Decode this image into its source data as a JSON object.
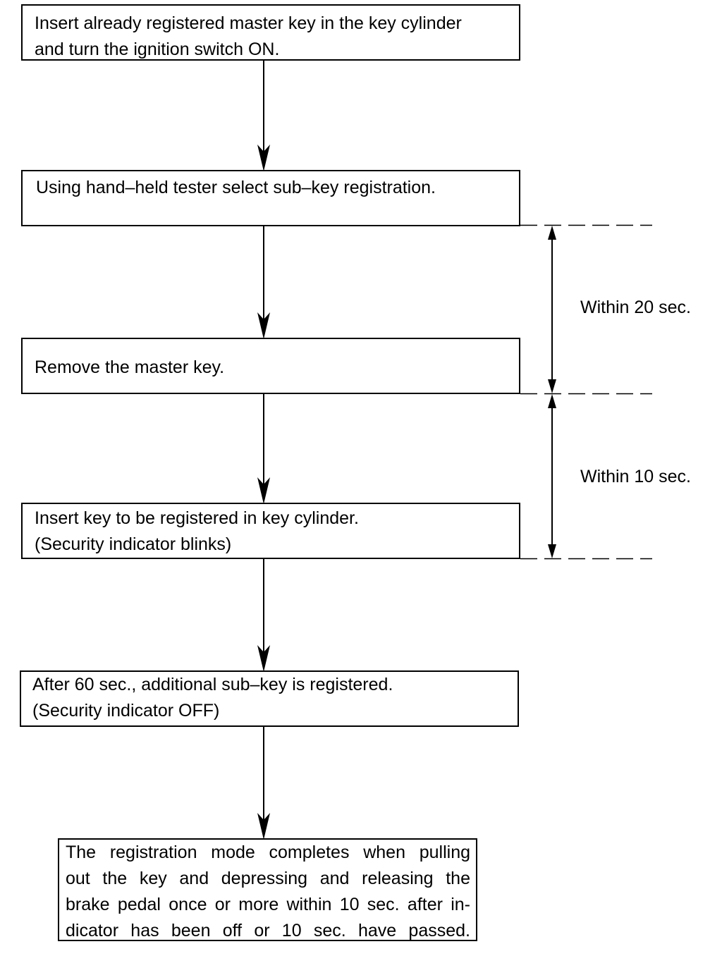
{
  "steps": [
    {
      "lines": [
        "Insert already registered master key in the key cylinder",
        "and turn the ignition switch ON."
      ]
    },
    {
      "lines": [
        "Using hand–held tester select sub–key registration."
      ]
    },
    {
      "lines": [
        "Remove the master key."
      ]
    },
    {
      "lines": [
        "Insert key to be registered in key cylinder.",
        "(Security indicator blinks)"
      ]
    },
    {
      "lines": [
        "After 60 sec., additional sub–key is registered.",
        "(Security indicator OFF)"
      ]
    },
    {
      "lines": [
        "The registration mode completes when pulling",
        "out the key and depressing and releasing the",
        "brake pedal once or more within 10 sec. after in-",
        "dicator has been off or 10 sec. have passed."
      ]
    }
  ],
  "intervals": [
    {
      "label": "Within 20 sec."
    },
    {
      "label": "Within 10 sec."
    }
  ]
}
